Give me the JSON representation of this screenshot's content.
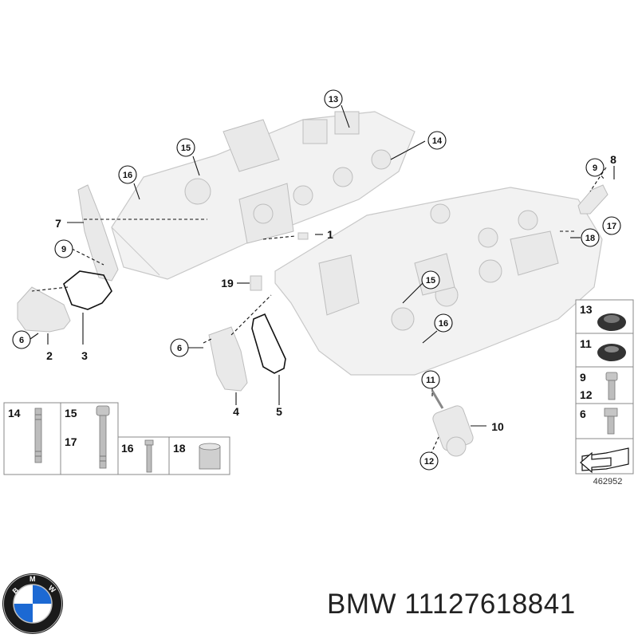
{
  "diagram": {
    "callouts": {
      "c13": "13",
      "c15a": "15",
      "c14": "14",
      "c16a": "16",
      "c7": "7",
      "c9a": "9",
      "c1": "1",
      "c19": "19",
      "c9b": "9",
      "c8": "8",
      "c18": "18",
      "c17": "17",
      "c15b": "15",
      "c16b": "16",
      "c6a": "6",
      "c2": "2",
      "c3": "3",
      "c6b": "6",
      "c4": "4",
      "c5": "5",
      "c11": "11",
      "c10": "10",
      "c12": "12"
    },
    "legend_left": {
      "l14": "14",
      "l15": "15",
      "l17": "17",
      "l16": "16",
      "l18": "18"
    },
    "legend_right": {
      "r13": "13",
      "r11": "11",
      "r9": "9",
      "r12": "12",
      "r6": "6"
    },
    "diagram_number": "462952"
  },
  "brand": {
    "text": "BMW 11127618841",
    "logo_letters": "BMW",
    "logo_colors": {
      "blue": "#1c69d3",
      "white": "#ffffff",
      "ring": "#1a1a1a",
      "silver": "#c0c0c0"
    }
  }
}
